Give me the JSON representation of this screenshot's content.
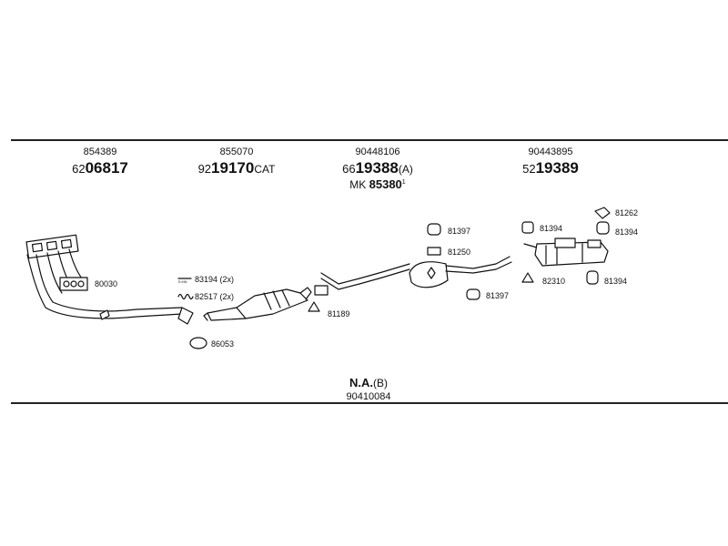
{
  "groups": [
    {
      "ref": "854389",
      "prefix": "62",
      "code": "06817",
      "suffix": "",
      "sub_prefix": "",
      "sub_code": "",
      "sub_sup": ""
    },
    {
      "ref": "855070",
      "prefix": "92",
      "code": "19170",
      "suffix": "CAT",
      "sub_prefix": "",
      "sub_code": "",
      "sub_sup": ""
    },
    {
      "ref": "90448106",
      "prefix": "66",
      "code": "19388",
      "suffix": "(A)",
      "sub_prefix": "MK",
      "sub_code": "85380",
      "sub_sup": "1"
    },
    {
      "ref": "90443895",
      "prefix": "52",
      "code": "19389",
      "suffix": "",
      "sub_prefix": "",
      "sub_code": "",
      "sub_sup": ""
    }
  ],
  "parts": {
    "gasket_80030": "80030",
    "bolt_83194": "83194 (2x)",
    "spring_82517": "82517 (2x)",
    "ring_86053": "86053",
    "gasket_81189": "81189",
    "hanger_81397_top": "81397",
    "clamp_81250": "81250",
    "hanger_81397_bottom": "81397",
    "hanger_81394_a": "81394",
    "clip_81262": "81262",
    "hanger_81394_b": "81394",
    "hanger_82310": "82310",
    "hanger_81394_c": "81394",
    "small_tag": "E=NN"
  },
  "footer": {
    "na_label": "N.A.",
    "na_suffix": "(B)",
    "code": "90410084"
  }
}
